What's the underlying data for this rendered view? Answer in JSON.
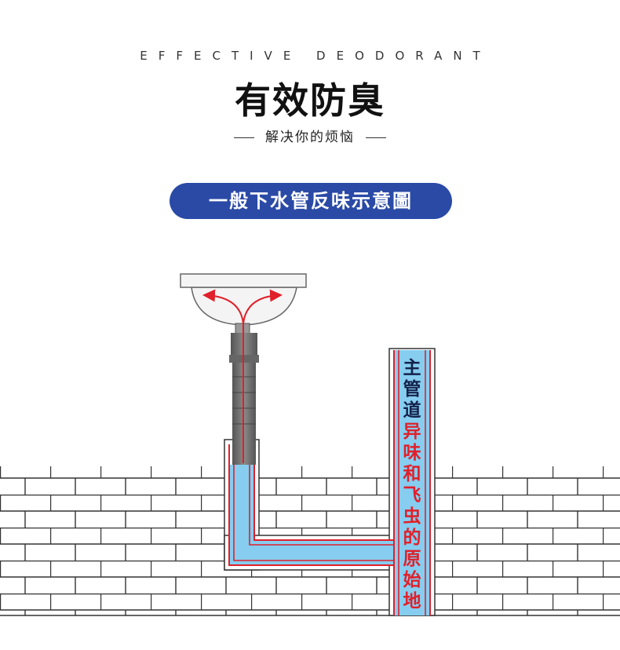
{
  "header": {
    "eyebrow": "EFFECTIVE DEODORANT",
    "title": "有效防臭",
    "subtitle": "解决你的烦恼"
  },
  "banner": {
    "label": "一般下水管反味示意圖"
  },
  "pipe_label": {
    "line1": "主管道",
    "line2": "异味和飞虫的原始地"
  },
  "colors": {
    "banner": "#2a4aa6",
    "pipe_water": "#86cdf0",
    "arrow": "#e0202a",
    "label_dark": "#14224a",
    "label_red": "#e0202a"
  }
}
